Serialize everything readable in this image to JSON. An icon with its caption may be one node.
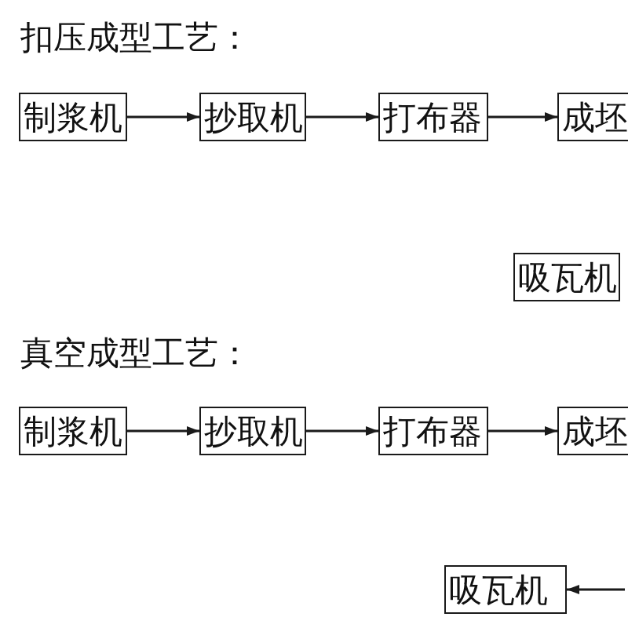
{
  "diagram": {
    "nodes": [
      {
        "text": [
          "制浆机"
        ]
      },
      {
        "text": [
          "抄取机"
        ]
      },
      {
        "text": [
          "打布器"
        ]
      },
      {
        "text": [
          "成坯"
        ]
      },
      {
        "text": [
          "吸瓦机"
        ]
      },
      {
        "text": [
          "制浆机"
        ]
      },
      {
        "text": [
          "抄取机"
        ]
      },
      {
        "text": [
          "打布器"
        ]
      },
      {
        "text": [
          "成坯"
        ]
      },
      {
        "text": [
          "吸瓦机"
        ]
      }
    ],
    "edges": [
      {
        "from": 0,
        "to": 1,
        "arrow": "to"
      },
      {
        "from": 1,
        "to": 2,
        "arrow": "to"
      },
      {
        "from": 2,
        "to": 3,
        "arrow": "to"
      },
      {
        "from": 5,
        "to": 6,
        "arrow": "to"
      },
      {
        "from": 6,
        "to": 7,
        "arrow": "to"
      },
      {
        "from": 7,
        "to": 8,
        "arrow": "to"
      },
      {
        "from": null,
        "to": 9,
        "arrow": "to"
      }
    ],
    "labels": [
      "扣压成型工艺：",
      "真空成型工艺："
    ]
  }
}
